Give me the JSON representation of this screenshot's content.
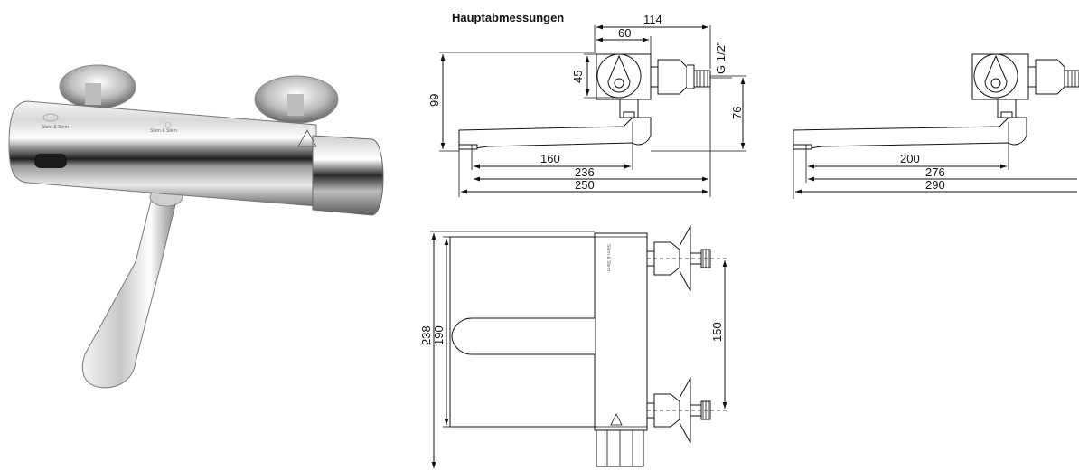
{
  "title": "Hauptabmessungen",
  "product_logo_text": [
    "Stern & Stern",
    "Stern & Stern"
  ],
  "view1": {
    "dims": {
      "d114": "114",
      "d60": "60",
      "d45": "45",
      "d99": "99",
      "thread": "G 1/2\"",
      "d76": "76",
      "d160": "160",
      "d236": "236",
      "d250": "250"
    }
  },
  "view2": {
    "dims": {
      "d200": "200",
      "d276": "276",
      "d290": "290"
    }
  },
  "view3": {
    "dims": {
      "d238": "238",
      "d190": "190",
      "d150": "150"
    }
  },
  "colors": {
    "chrome_dark": "#3a3a3a",
    "chrome_light": "#f4f4f4",
    "sensor": "#1a1a1a"
  }
}
